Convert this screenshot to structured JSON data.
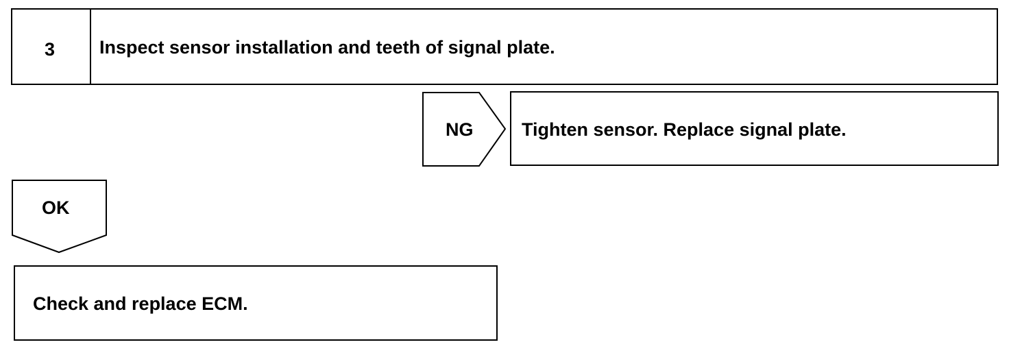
{
  "step": {
    "number": "3",
    "title": "Inspect sensor installation and teeth of signal plate."
  },
  "ng_branch": {
    "label": "NG",
    "action": "Tighten sensor. Replace signal plate."
  },
  "ok_branch": {
    "label": "OK",
    "action": "Check and replace ECM."
  }
}
